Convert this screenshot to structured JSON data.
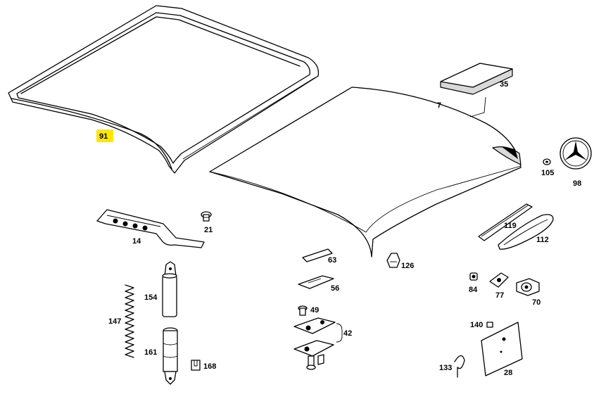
{
  "highlight_color": "#ffe600",
  "highlighted_part": "91",
  "parts": [
    {
      "id": "91"
    },
    {
      "id": "35"
    },
    {
      "id": "7"
    },
    {
      "id": "105"
    },
    {
      "id": "98"
    },
    {
      "id": "21"
    },
    {
      "id": "14"
    },
    {
      "id": "119"
    },
    {
      "id": "112"
    },
    {
      "id": "63"
    },
    {
      "id": "126"
    },
    {
      "id": "56"
    },
    {
      "id": "154"
    },
    {
      "id": "84"
    },
    {
      "id": "77"
    },
    {
      "id": "70"
    },
    {
      "id": "147"
    },
    {
      "id": "49"
    },
    {
      "id": "42"
    },
    {
      "id": "140"
    },
    {
      "id": "161"
    },
    {
      "id": "168"
    },
    {
      "id": "133"
    },
    {
      "id": "28"
    }
  ]
}
